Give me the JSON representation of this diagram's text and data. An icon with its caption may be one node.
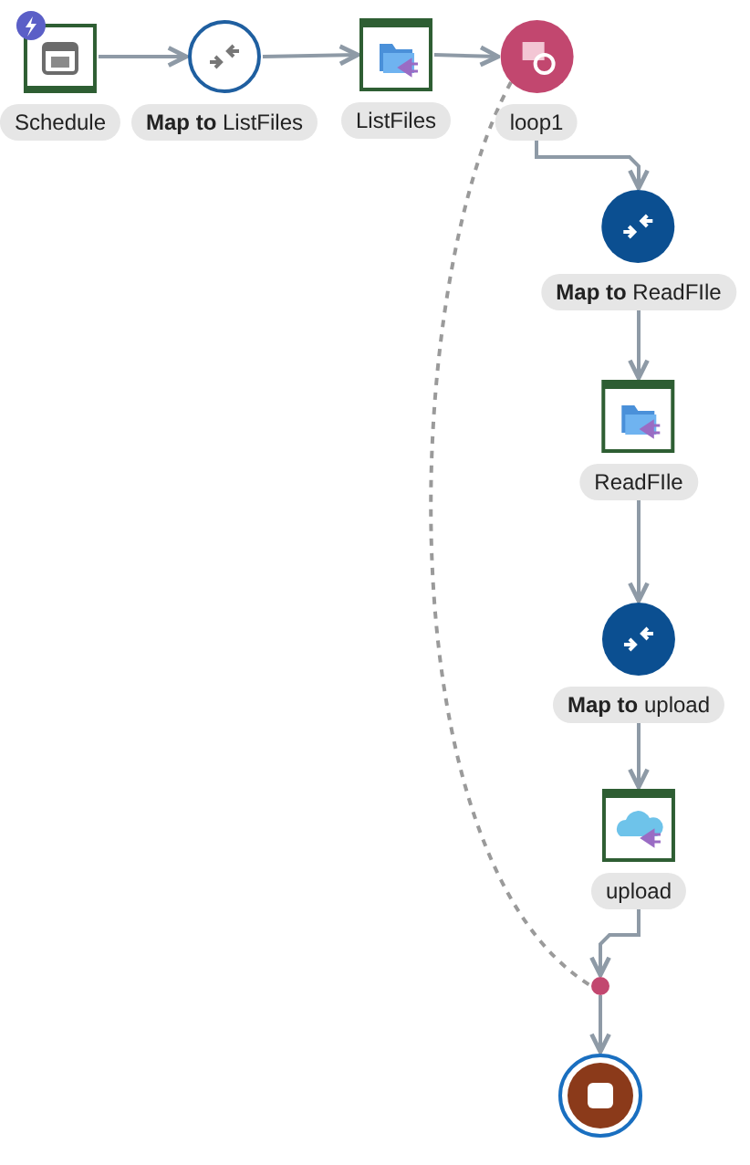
{
  "diagram": {
    "nodes": [
      {
        "text": [
          "Schedule"
        ]
      },
      {
        "text": [
          "**Map to** ListFiles"
        ]
      },
      {
        "text": [
          "ListFiles"
        ]
      },
      {
        "text": [
          "loop1"
        ]
      },
      {
        "text": [
          "**Map to** ReadFIle"
        ]
      },
      {
        "text": [
          "ReadFIle"
        ]
      },
      {
        "text": [
          "**Map to** upload"
        ]
      },
      {
        "text": [
          "upload"
        ]
      },
      {
        "text": [],
        "shape": "circle"
      },
      {
        "text": [],
        "shape": "circle"
      }
    ],
    "edges": [
      {
        "from": 0,
        "to": 1,
        "arrow": "to"
      },
      {
        "from": 1,
        "to": 2,
        "arrow": "to"
      },
      {
        "from": 2,
        "to": 3,
        "arrow": "to"
      },
      {
        "from": 3,
        "to": 4,
        "arrow": "to"
      },
      {
        "from": 4,
        "to": 5,
        "arrow": "to"
      },
      {
        "from": 5,
        "to": 6,
        "arrow": "to"
      },
      {
        "from": 6,
        "to": 7,
        "arrow": "to"
      },
      {
        "from": 7,
        "to": 8,
        "arrow": "to"
      },
      {
        "from": 3,
        "to": 8,
        "arrow": "none",
        "style": "dashed"
      },
      {
        "from": 8,
        "to": 9,
        "arrow": "to"
      }
    ]
  }
}
